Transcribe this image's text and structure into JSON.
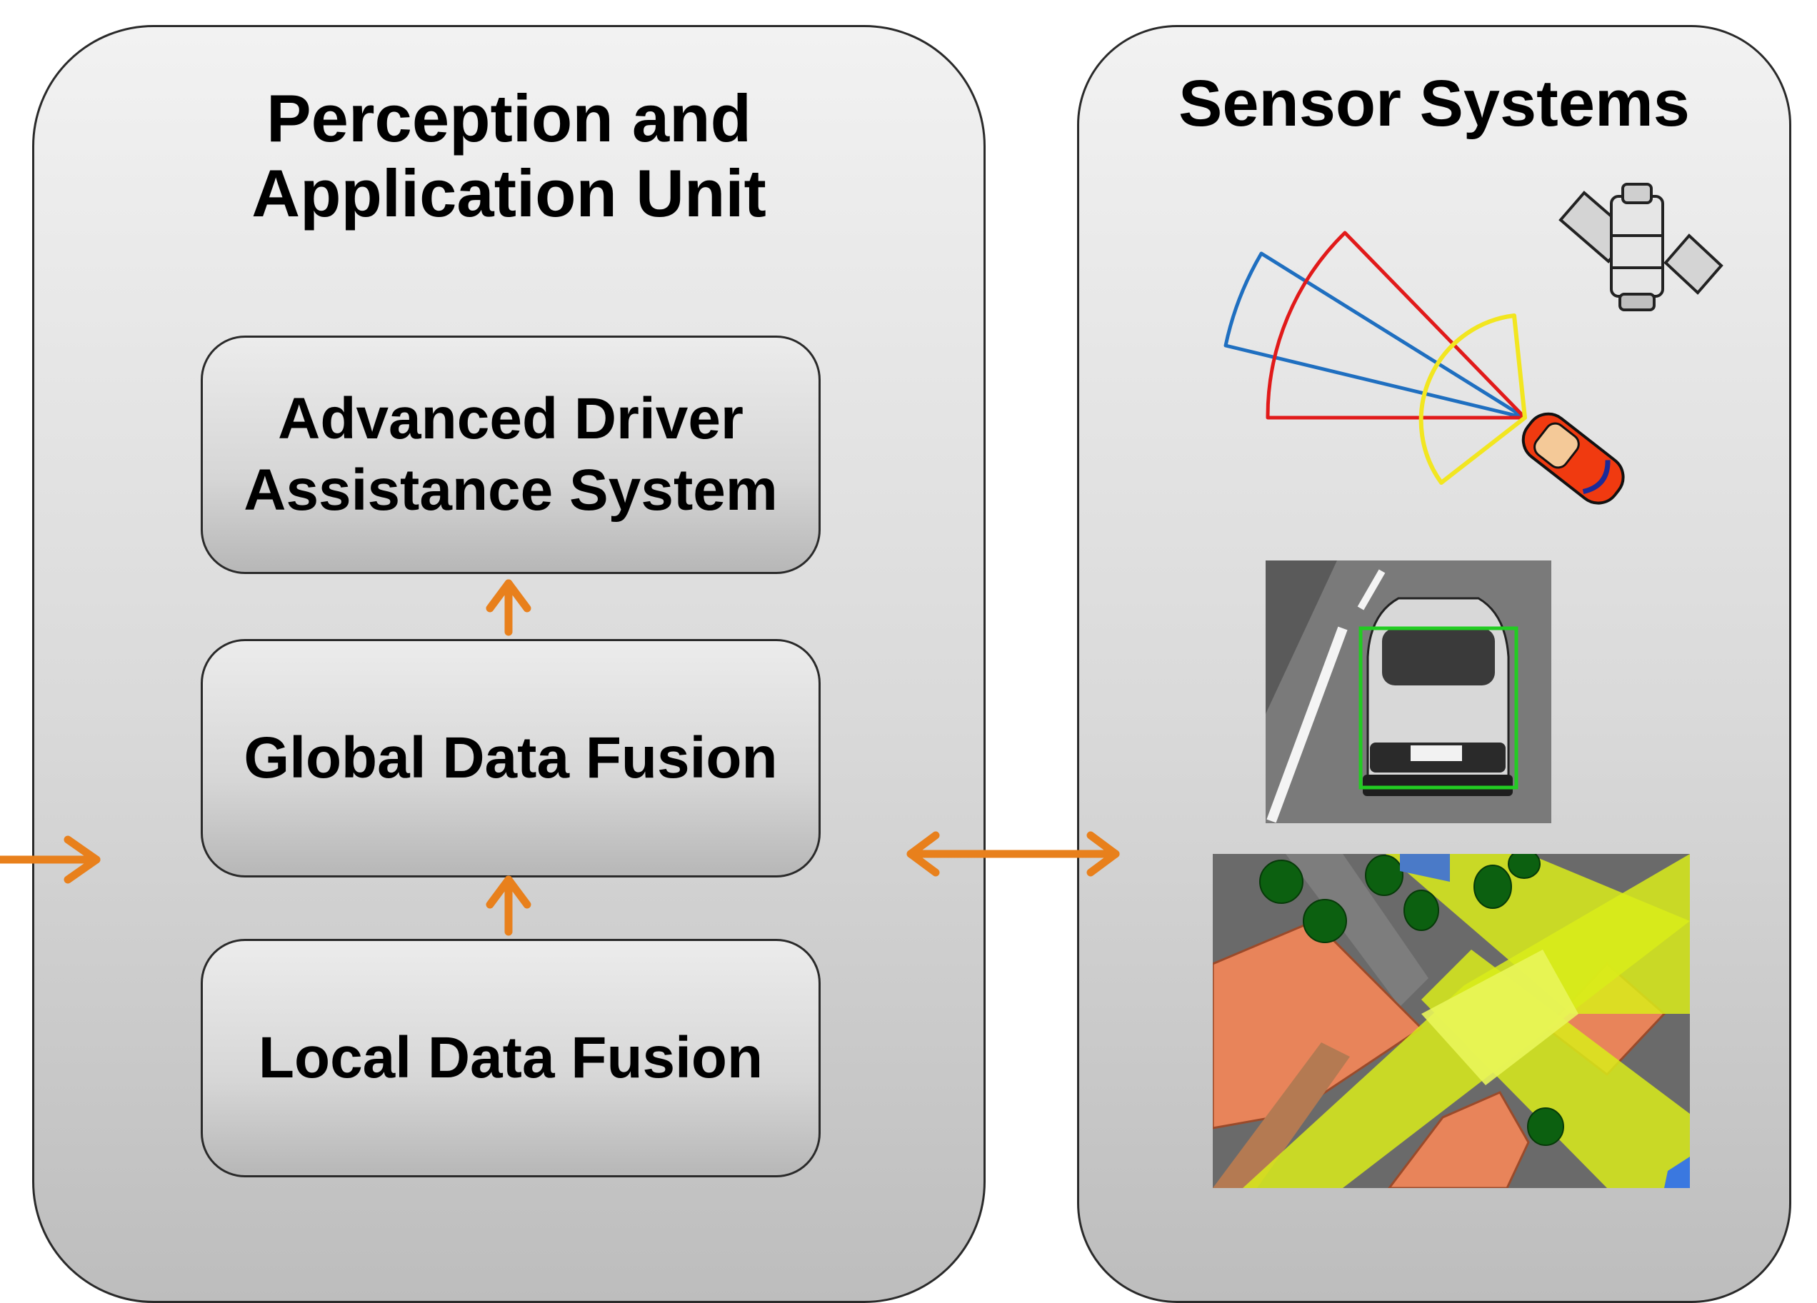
{
  "left_panel": {
    "title_line1": "Perception and",
    "title_line2": "Application Unit",
    "boxes": {
      "adas_line1": "Advanced Driver",
      "adas_line2": "Assistance System",
      "global": "Global Data Fusion",
      "local": "Local Data Fusion"
    }
  },
  "right_panel": {
    "title": "Sensor Systems",
    "icons": [
      "satellite-icon",
      "car-sensor-fov-icon",
      "camera-detection-image",
      "intersection-coverage-map"
    ]
  },
  "colors": {
    "arrow": "#E8801C",
    "fov_blue": "#1f6fc0",
    "fov_red": "#e11a1a",
    "fov_yellow": "#f2e620",
    "detection_box": "#22cc22",
    "coverage": "#d9ec1a"
  }
}
